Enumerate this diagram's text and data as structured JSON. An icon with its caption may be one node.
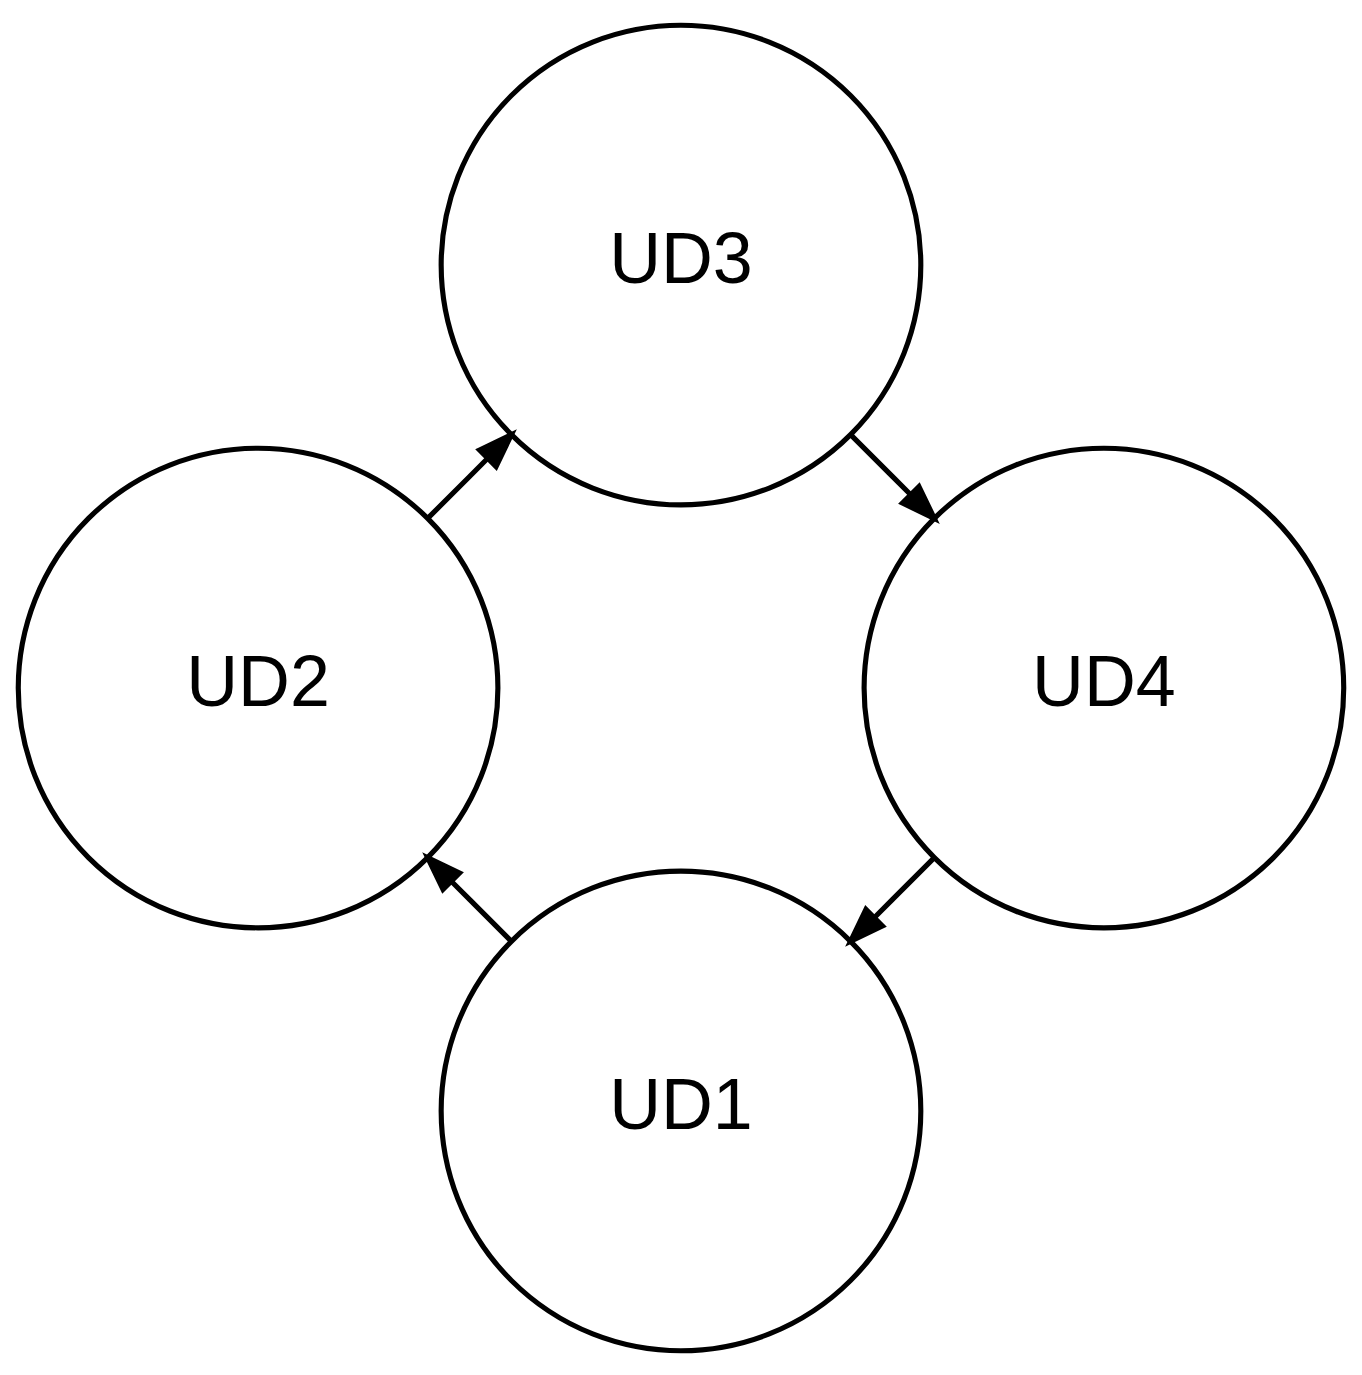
{
  "diagram": {
    "nodes": [
      {
        "text": [
          "UD1"
        ]
      },
      {
        "text": [
          "UD2"
        ]
      },
      {
        "text": [
          "UD3"
        ]
      },
      {
        "text": [
          "UD4"
        ]
      }
    ],
    "edges": [
      {
        "from": 0,
        "to": 1,
        "arrow": "to"
      },
      {
        "from": 1,
        "to": 2,
        "arrow": "to"
      },
      {
        "from": 2,
        "to": 3,
        "arrow": "to"
      },
      {
        "from": 3,
        "to": 0,
        "arrow": "to"
      }
    ]
  }
}
